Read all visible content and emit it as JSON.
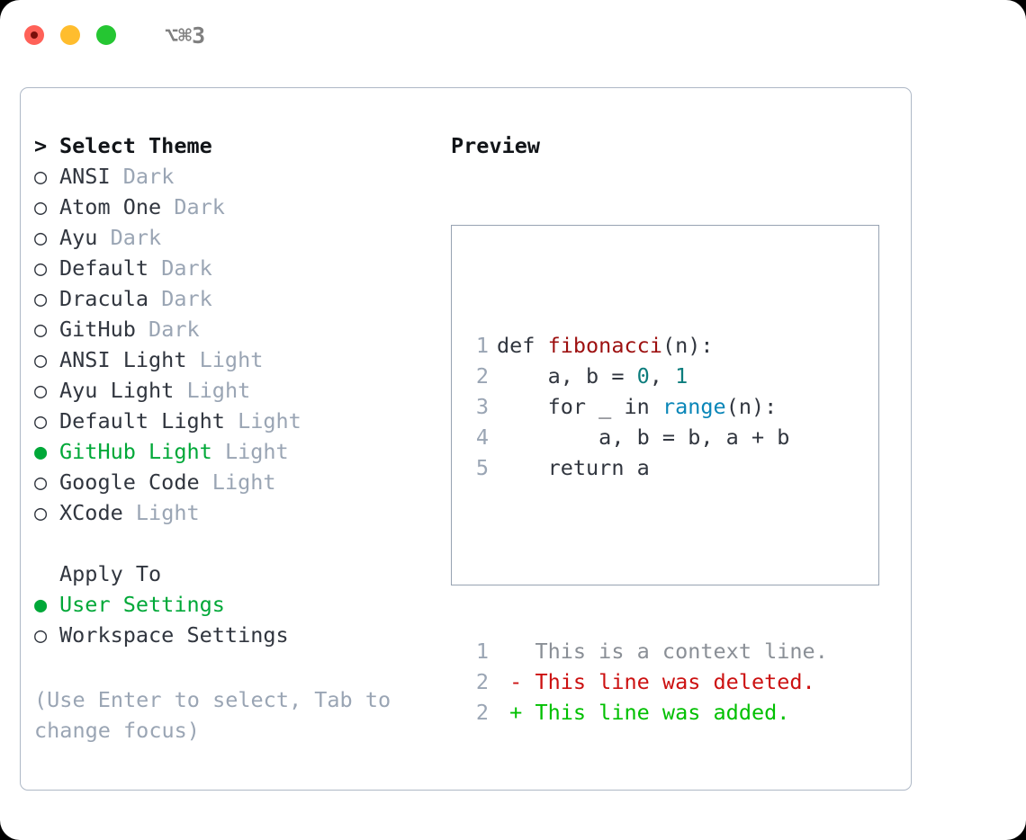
{
  "window": {
    "traffic_lights": [
      "close",
      "minimize",
      "zoom"
    ],
    "shortcut": "⌥⌘3"
  },
  "theme_panel": {
    "header_marker": ">",
    "header": "Select Theme",
    "bullet_empty": "○",
    "bullet_filled": "●",
    "items": [
      {
        "name": "ANSI",
        "variant": "Dark",
        "selected": false
      },
      {
        "name": "Atom One",
        "variant": "Dark",
        "selected": false
      },
      {
        "name": "Ayu",
        "variant": "Dark",
        "selected": false
      },
      {
        "name": "Default",
        "variant": "Dark",
        "selected": false
      },
      {
        "name": "Dracula",
        "variant": "Dark",
        "selected": false
      },
      {
        "name": "GitHub",
        "variant": "Dark",
        "selected": false
      },
      {
        "name": "ANSI Light",
        "variant": "Light",
        "selected": false
      },
      {
        "name": "Ayu Light",
        "variant": "Light",
        "selected": false
      },
      {
        "name": "Default Light",
        "variant": "Light",
        "selected": false
      },
      {
        "name": "GitHub Light",
        "variant": "Light",
        "selected": true
      },
      {
        "name": "Google Code",
        "variant": "Light",
        "selected": false
      },
      {
        "name": "XCode",
        "variant": "Light",
        "selected": false
      }
    ]
  },
  "apply_to": {
    "header": "Apply To",
    "options": [
      {
        "name": "User Settings",
        "selected": true
      },
      {
        "name": "Workspace Settings",
        "selected": false
      }
    ]
  },
  "hint": "(Use Enter to select, Tab to change focus)",
  "preview": {
    "title": "Preview",
    "code_lines": [
      {
        "num": "1",
        "tokens": [
          {
            "t": "def ",
            "c": "kw"
          },
          {
            "t": "fibonacci",
            "c": "fn"
          },
          {
            "t": "(n):",
            "c": "pl"
          }
        ]
      },
      {
        "num": "2",
        "tokens": [
          {
            "t": "    a, b = ",
            "c": "pl"
          },
          {
            "t": "0",
            "c": "num"
          },
          {
            "t": ", ",
            "c": "pl"
          },
          {
            "t": "1",
            "c": "num"
          }
        ]
      },
      {
        "num": "3",
        "tokens": [
          {
            "t": "    for _ in ",
            "c": "kw"
          },
          {
            "t": "range",
            "c": "bi"
          },
          {
            "t": "(n):",
            "c": "pl"
          }
        ]
      },
      {
        "num": "4",
        "tokens": [
          {
            "t": "        a, b = b, a + b",
            "c": "pl"
          }
        ]
      },
      {
        "num": "5",
        "tokens": [
          {
            "t": "    return a",
            "c": "kw"
          }
        ]
      }
    ],
    "diff_lines": [
      {
        "num": "1",
        "sign": " ",
        "text": "This is a context line.",
        "kind": "ctx"
      },
      {
        "num": "2",
        "sign": "-",
        "text": "This line was deleted.",
        "kind": "del"
      },
      {
        "num": "2",
        "sign": "+",
        "text": "This line was added.",
        "kind": "add"
      }
    ]
  },
  "colors": {
    "accent_green": "#00a838",
    "diff_add": "#00c000",
    "diff_del": "#cc1111",
    "muted": "#9aa5b4",
    "border": "#aeb8c6",
    "fn_red": "#9d1010",
    "num_teal": "#0d7d7d",
    "builtin_blue": "#0a86b8"
  }
}
